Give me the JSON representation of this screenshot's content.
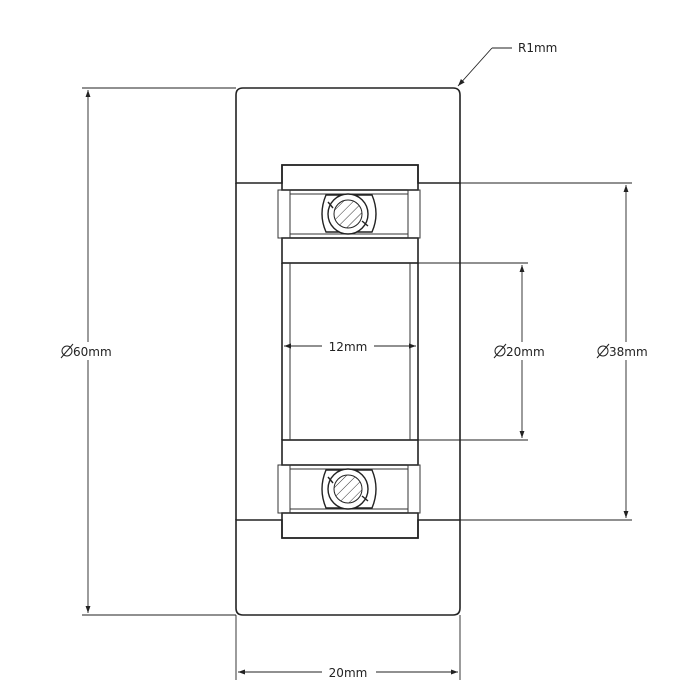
{
  "drawing": {
    "subject": "bearing-roller-cross-section",
    "line_color": "#222222",
    "background": "#ffffff"
  },
  "dimensions": {
    "corner_radius": "R1mm",
    "outer_diameter": "60mm",
    "bore_outer_diameter": "38mm",
    "inner_diameter": "20mm",
    "bore_width": "12mm",
    "overall_width": "20mm"
  }
}
